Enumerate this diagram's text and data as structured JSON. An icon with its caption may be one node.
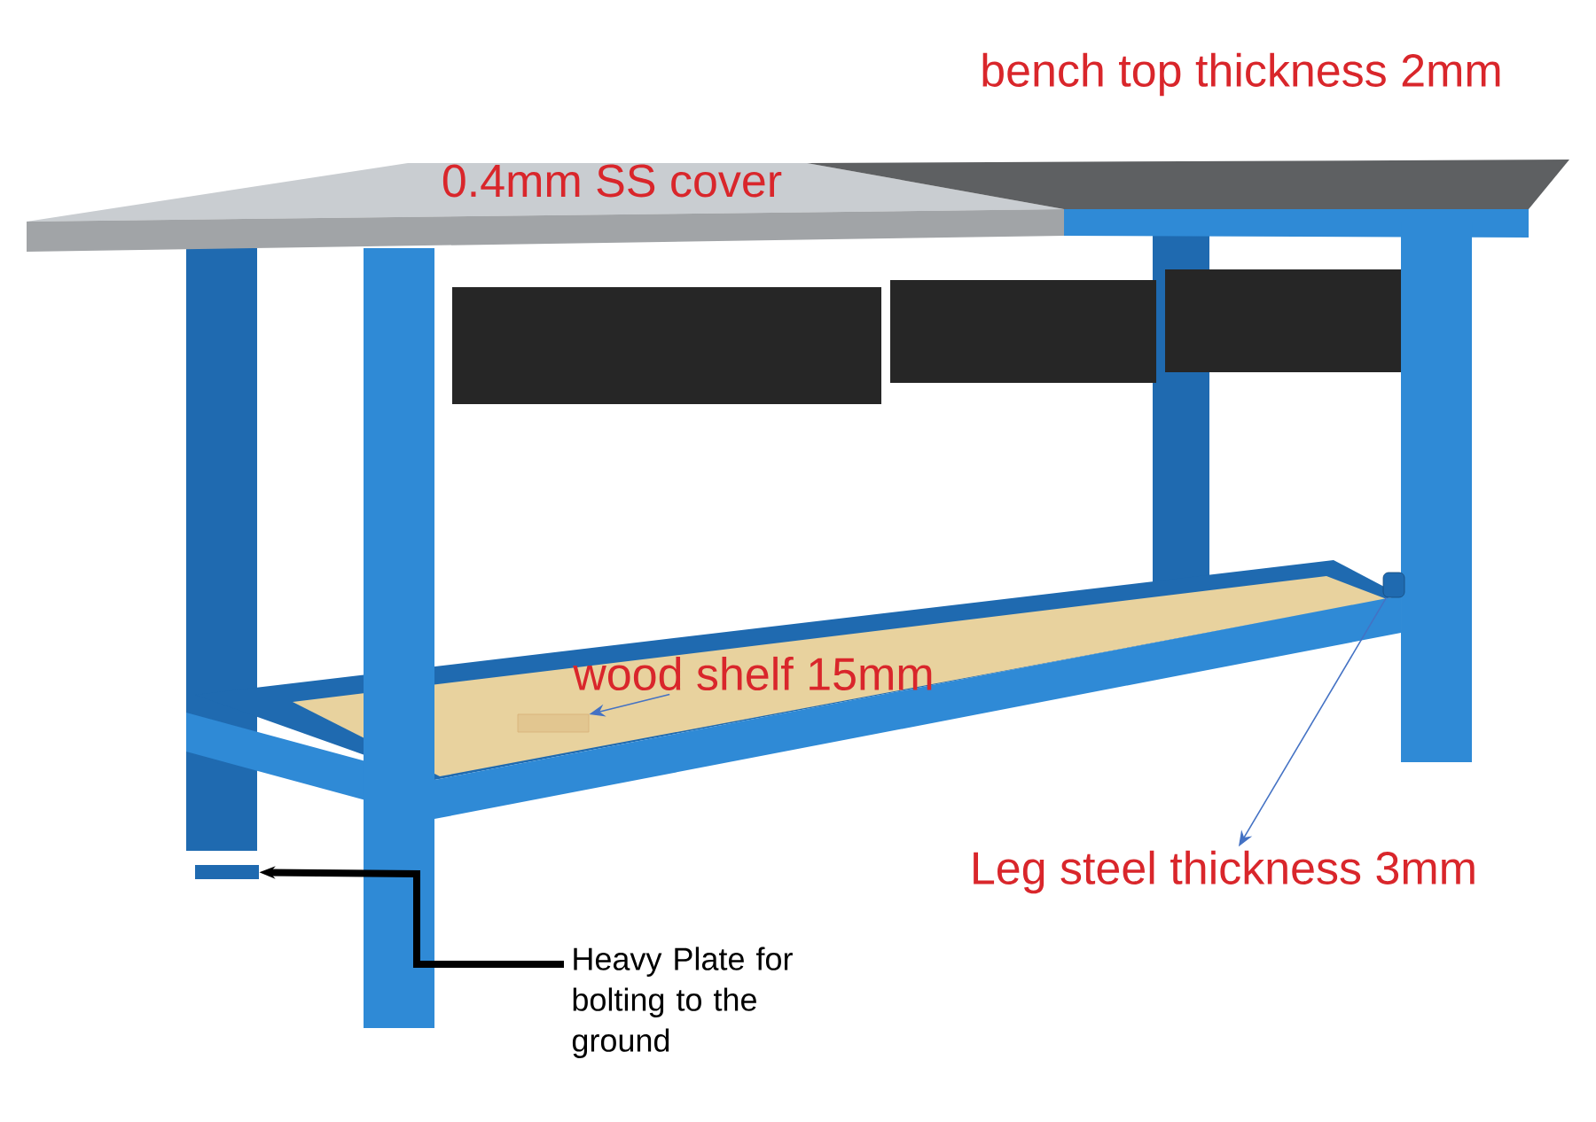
{
  "diagram": {
    "nodes": [
      {
        "text": [
          "wood shelf 15mm"
        ]
      },
      {
        "text": [],
        "shape": "box"
      },
      {
        "text": [
          "Leg steel thickness 3mm"
        ]
      },
      {
        "text": [],
        "shape": "bar"
      },
      {
        "text": [
          "Heavy Plate for bolting to the ground"
        ]
      },
      {
        "text": [],
        "shape": "box"
      }
    ],
    "edges": [
      {
        "from": 0,
        "to": 1,
        "arrow": "to"
      },
      {
        "from": 3,
        "to": 2,
        "arrow": "to"
      },
      {
        "from": 4,
        "to": 5,
        "arrow": "to",
        "style": "thick",
        "color": "#000000"
      }
    ],
    "labels": [
      "bench top thickness 2mm",
      "0.4mm SS cover"
    ]
  }
}
